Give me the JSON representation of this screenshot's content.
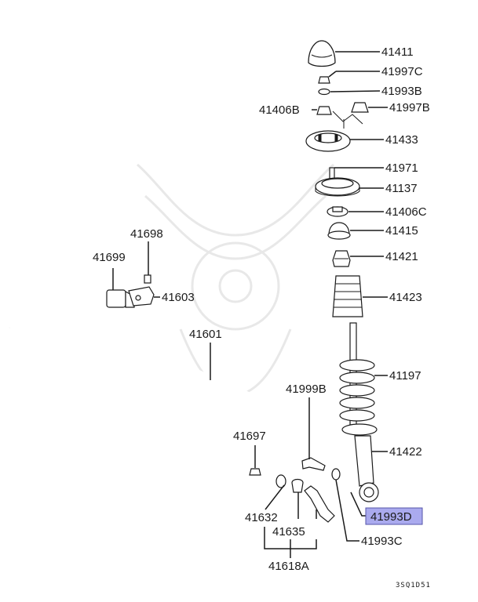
{
  "colors": {
    "ink": "#1a1a1a",
    "highlight_fill": "#aaaaee",
    "highlight_border": "#5555aa",
    "watermark": "#e8e8e8"
  },
  "highlighted_part": "41993D",
  "labels": {
    "p41411": "41411",
    "p41997C": "41997C",
    "p41993B": "41993B",
    "p41406B": "41406B",
    "p41997B": "41997B",
    "p41433": "41433",
    "p41971": "41971",
    "p41137": "41137",
    "p41406C": "41406C",
    "p41415": "41415",
    "p41421": "41421",
    "p41423": "41423",
    "p41197": "41197",
    "p41422": "41422",
    "p41993D": "41993D",
    "p41993C": "41993C",
    "p41698": "41698",
    "p41699": "41699",
    "p41603": "41603",
    "p41601": "41601",
    "p41999B": "41999B",
    "p41697": "41697",
    "p41632": "41632",
    "p41635": "41635",
    "p41618A": "41618A"
  },
  "diagram_code": "3SQ1D51"
}
